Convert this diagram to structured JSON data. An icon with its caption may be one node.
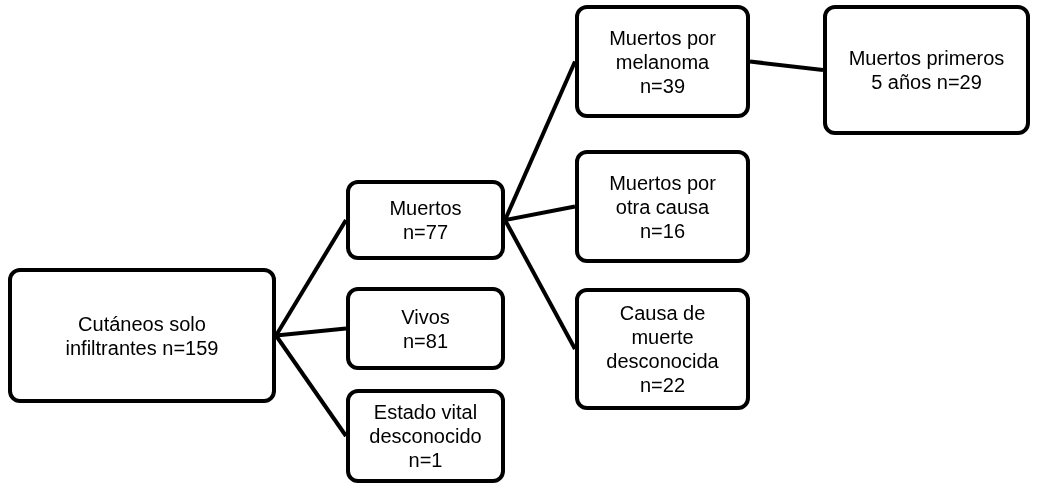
{
  "diagram": {
    "nodes": [
      {
        "text": [
          "Cutáneos solo infiltrantes n=159"
        ]
      },
      {
        "text": [
          "Muertos n=77"
        ]
      },
      {
        "text": [
          "Vivos n=81"
        ]
      },
      {
        "text": [
          "Estado vital desconocido n=1"
        ]
      },
      {
        "text": [
          "Muertos por melanoma n=39"
        ]
      },
      {
        "text": [
          "Muertos por otra causa n=16"
        ]
      },
      {
        "text": [
          "Causa de muerte desconocida n=22"
        ]
      },
      {
        "text": [
          "Muertos primeros 5 años n=29"
        ]
      }
    ],
    "edges": [
      {
        "from": 0,
        "to": 1,
        "arrow": "none"
      },
      {
        "from": 0,
        "to": 2,
        "arrow": "none"
      },
      {
        "from": 0,
        "to": 3,
        "arrow": "none"
      },
      {
        "from": 1,
        "to": 4,
        "arrow": "none"
      },
      {
        "from": 1,
        "to": 5,
        "arrow": "none"
      },
      {
        "from": 1,
        "to": 6,
        "arrow": "none"
      },
      {
        "from": 4,
        "to": 7,
        "arrow": "none"
      }
    ]
  }
}
